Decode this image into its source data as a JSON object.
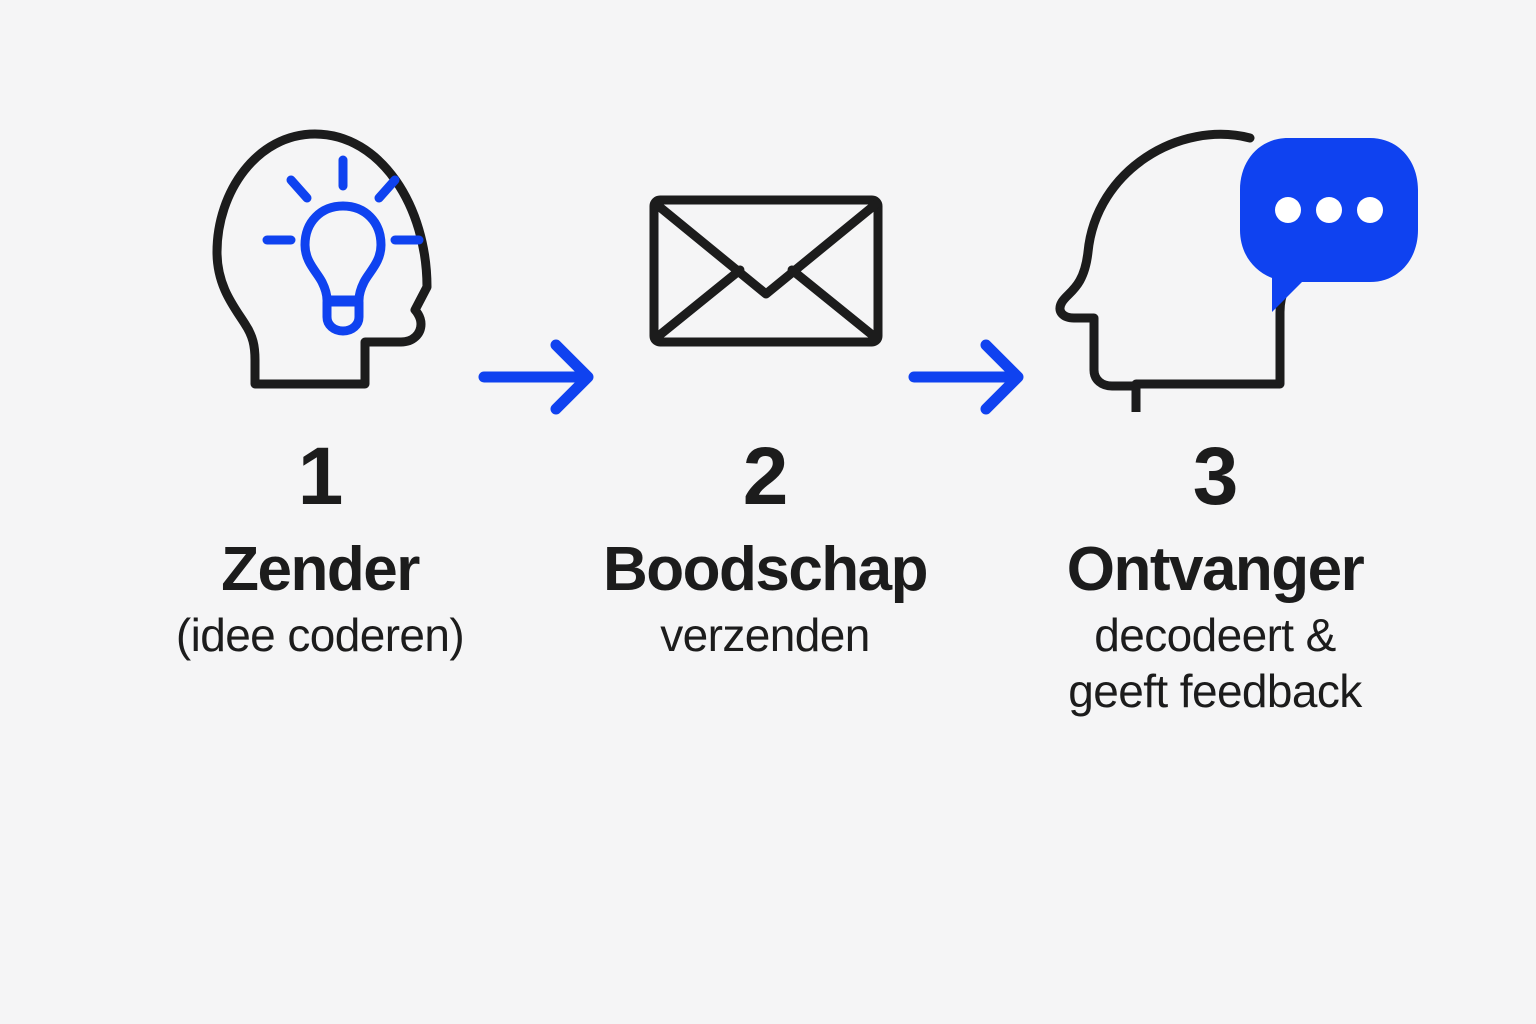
{
  "background_color": "#f5f5f6",
  "ink_color": "#1c1c1c",
  "accent_color": "#0f42f0",
  "steps": [
    {
      "number": "1",
      "title": "Zender",
      "subtitle_lines": [
        "(idee coderen)"
      ],
      "icon": "head-with-lightbulb-icon"
    },
    {
      "number": "2",
      "title": "Boodschap",
      "subtitle_lines": [
        "verzenden"
      ],
      "icon": "envelope-icon"
    },
    {
      "number": "3",
      "title": "Ontvanger",
      "subtitle_lines": [
        "decodeert &",
        "geeft feedback"
      ],
      "icon": "head-with-speech-bubble-icon"
    }
  ],
  "connectors": [
    {
      "name": "arrow-right-1"
    },
    {
      "name": "arrow-right-2"
    }
  ]
}
